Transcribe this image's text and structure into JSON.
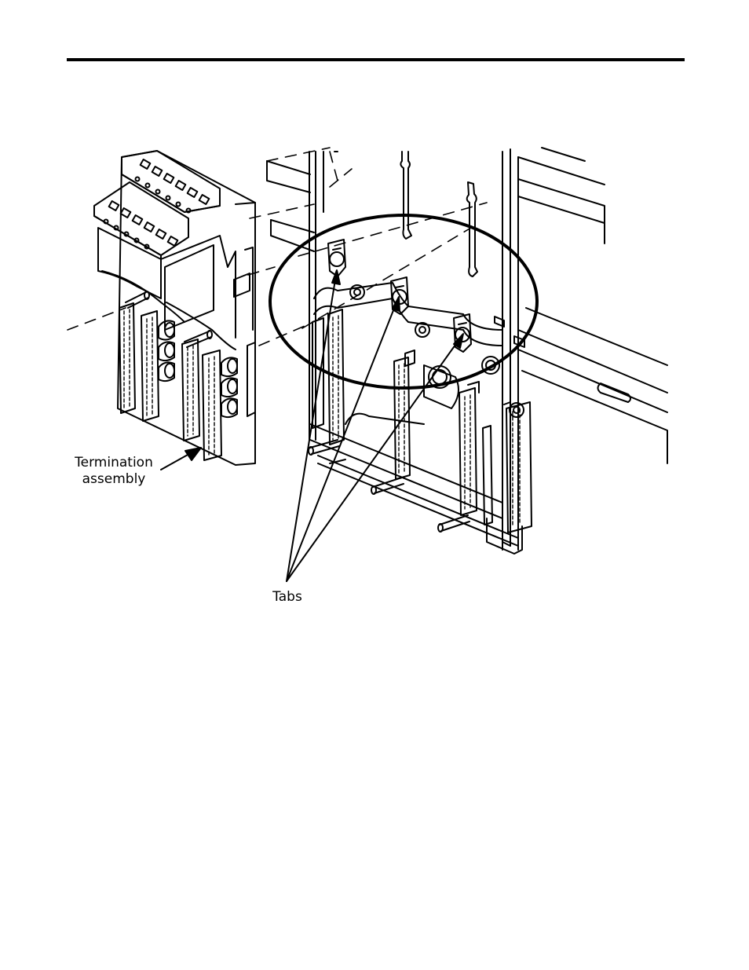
{
  "figure": {
    "callouts": {
      "termination_line1": "Termination",
      "termination_line2": "assembly",
      "tabs": "Tabs"
    }
  }
}
